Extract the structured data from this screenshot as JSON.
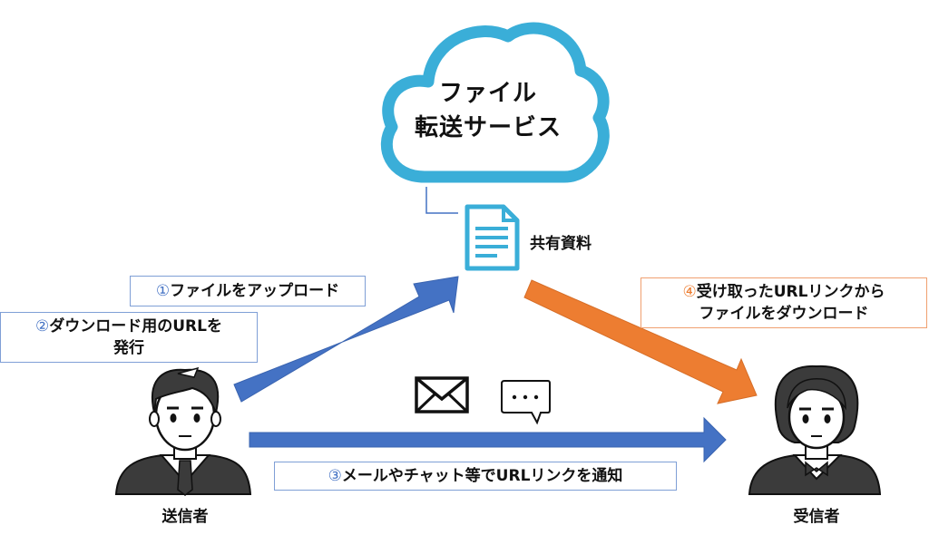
{
  "cloud": {
    "line1": "ファイル",
    "line2": "転送サービス"
  },
  "document": {
    "label": "共有資料"
  },
  "steps": [
    {
      "num": "①",
      "lines": [
        "ファイルをアップロード"
      ]
    },
    {
      "num": "②",
      "lines": [
        "ダウンロード用のURLを",
        "発行"
      ]
    },
    {
      "num": "③",
      "lines": [
        "メールやチャット等でURLリンクを通知"
      ]
    },
    {
      "num": "④",
      "lines": [
        "受け取ったURLリンクから",
        "ファイルをダウンロード"
      ]
    }
  ],
  "people": {
    "sender": "送信者",
    "receiver": "受信者"
  },
  "icons": {
    "email": "envelope-icon",
    "chat": "chat-bubble-icon",
    "document": "document-icon",
    "cloud": "cloud-icon"
  },
  "colors": {
    "cloud": "#3aaed8",
    "arrow_blue": "#4472c4",
    "arrow_orange": "#ed7d31",
    "box_blue_border": "#7f9fd6",
    "box_orange_border": "#f0a070"
  }
}
